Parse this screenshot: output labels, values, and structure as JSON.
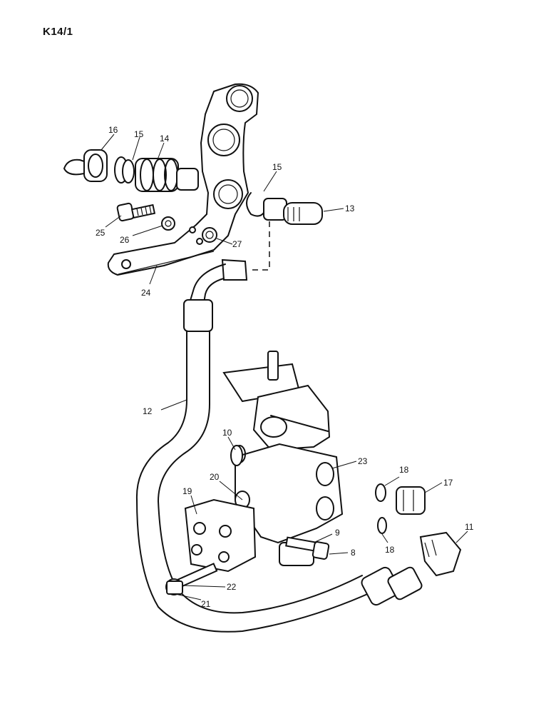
{
  "page_code": "K14/1",
  "callouts": [
    {
      "id": "c16",
      "label": "16"
    },
    {
      "id": "c15a",
      "label": "15"
    },
    {
      "id": "c14",
      "label": "14"
    },
    {
      "id": "c15b",
      "label": "15"
    },
    {
      "id": "c13",
      "label": "13"
    },
    {
      "id": "c25",
      "label": "25"
    },
    {
      "id": "c26",
      "label": "26"
    },
    {
      "id": "c27",
      "label": "27"
    },
    {
      "id": "c24",
      "label": "24"
    },
    {
      "id": "c12",
      "label": "12"
    },
    {
      "id": "c10",
      "label": "10"
    },
    {
      "id": "c23",
      "label": "23"
    },
    {
      "id": "c18a",
      "label": "18"
    },
    {
      "id": "c17",
      "label": "17"
    },
    {
      "id": "c20",
      "label": "20"
    },
    {
      "id": "c19",
      "label": "19"
    },
    {
      "id": "c9",
      "label": "9"
    },
    {
      "id": "c11",
      "label": "11"
    },
    {
      "id": "c8",
      "label": "8"
    },
    {
      "id": "c18b",
      "label": "18"
    },
    {
      "id": "c22",
      "label": "22"
    },
    {
      "id": "c21",
      "label": "21"
    }
  ]
}
